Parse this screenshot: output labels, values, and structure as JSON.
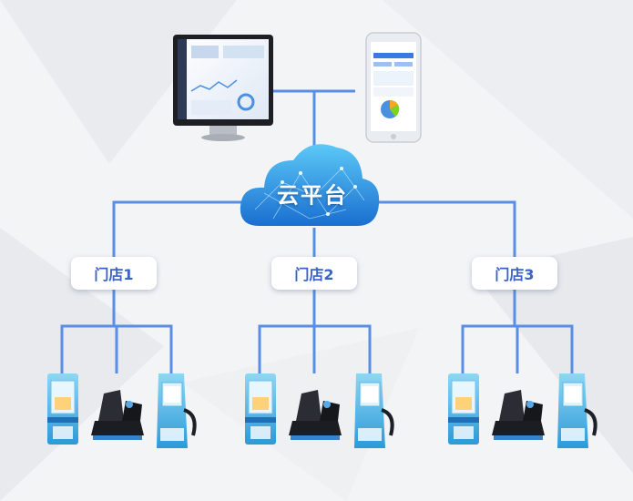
{
  "cloud": {
    "label": "云平台"
  },
  "stores": [
    {
      "label": "门店1"
    },
    {
      "label": "门店2"
    },
    {
      "label": "门店3"
    }
  ],
  "colors": {
    "line": "#5a8ee6",
    "store_text": "#3a63c8",
    "cloud_light": "#49b7f2",
    "cloud_dark": "#1c74d2"
  },
  "icons": [
    "desktop-monitor-icon",
    "smartphone-icon",
    "cloud-icon",
    "claw-machine-icon",
    "racing-simulator-icon",
    "arcade-cabinet-icon"
  ]
}
